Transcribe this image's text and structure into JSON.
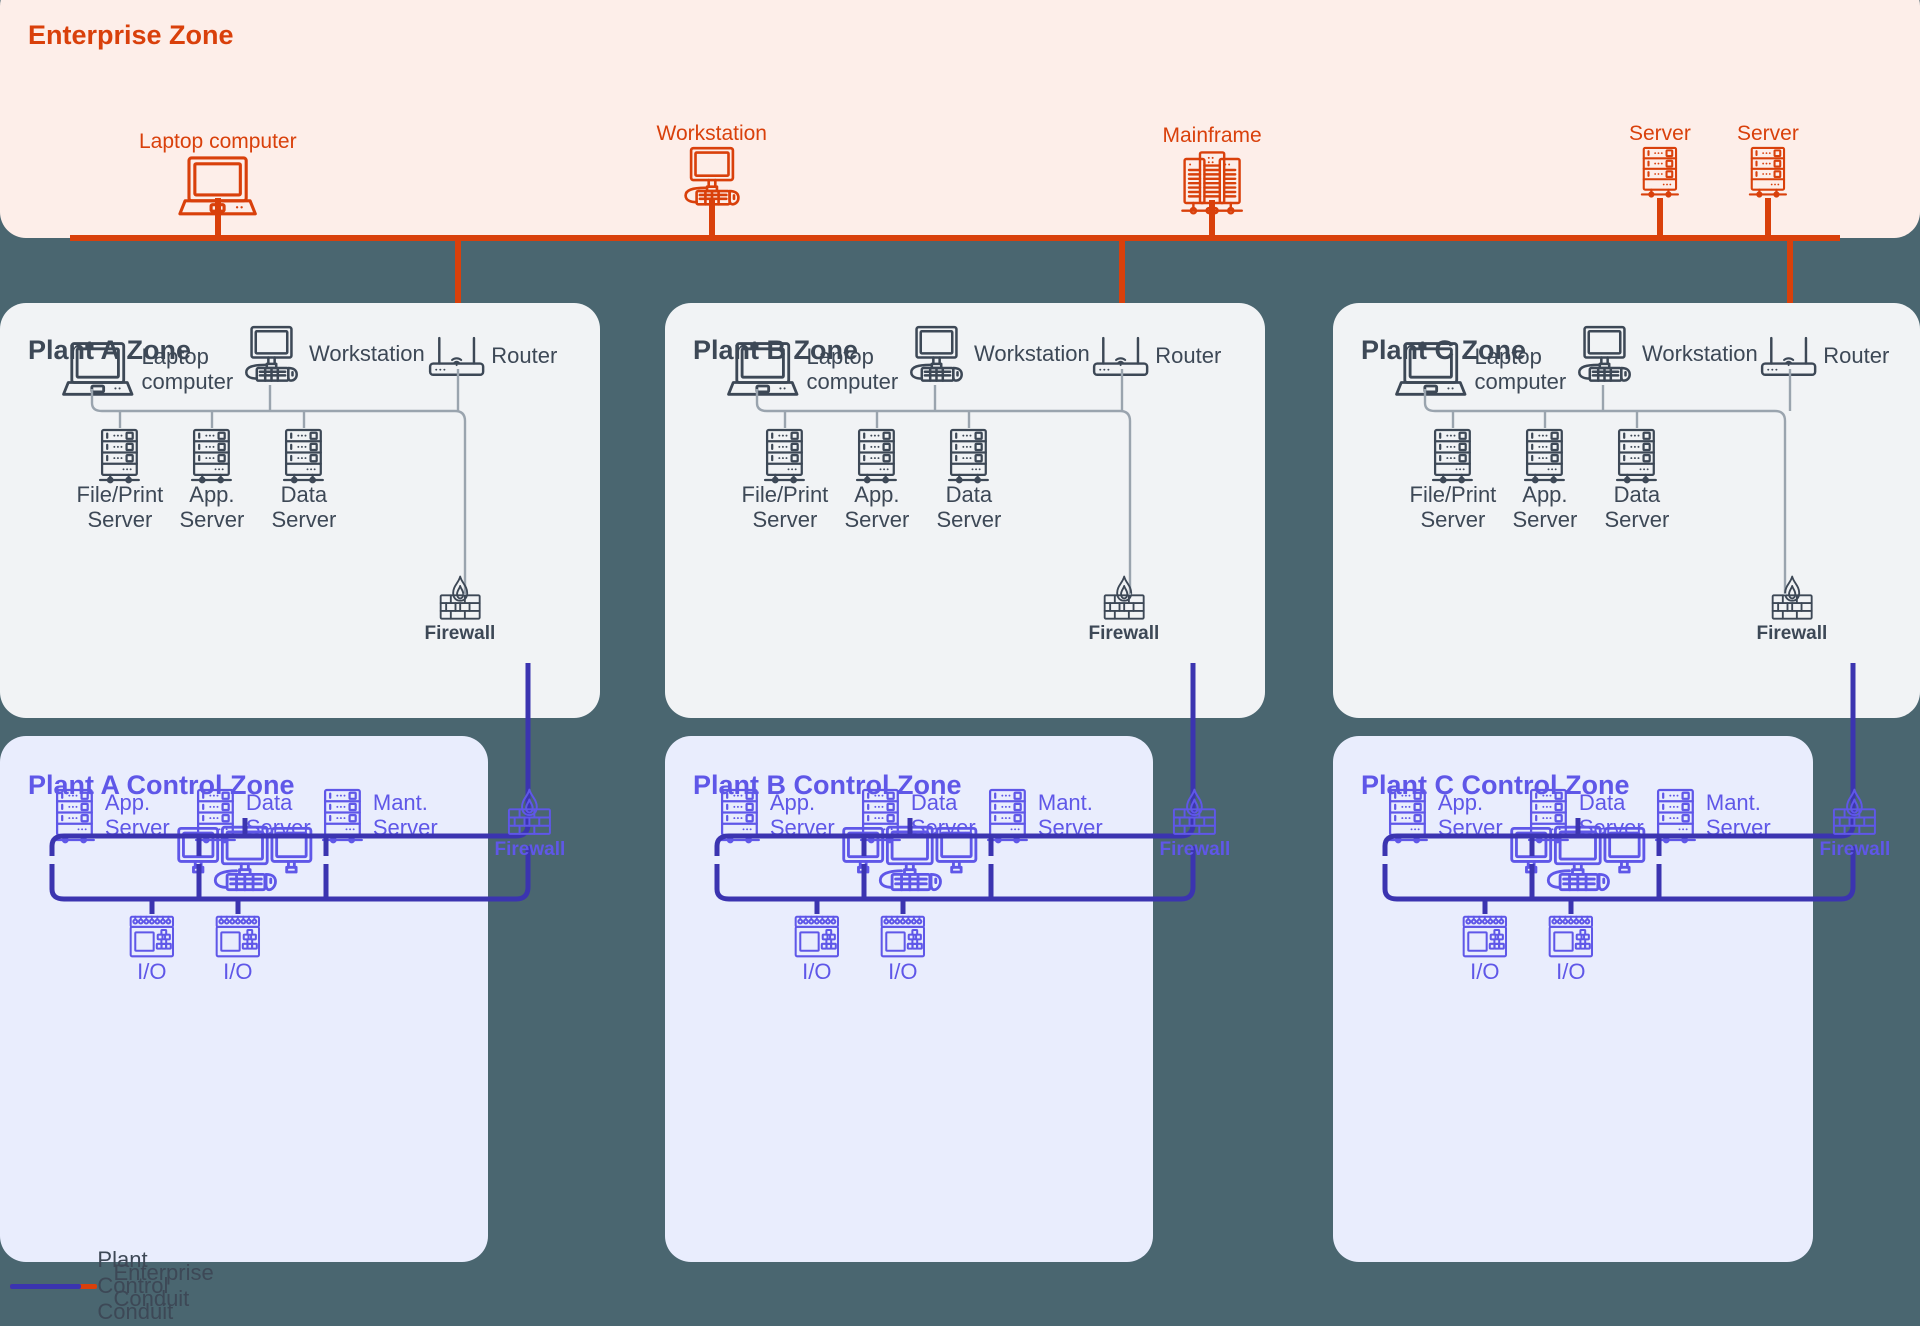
{
  "colors": {
    "page_background": "#4a6670",
    "enterprise_fill": "#fdeee9",
    "enterprise_accent": "#d9400b",
    "plant_fill": "#f1f3f5",
    "plant_accent": "#3d4856",
    "control_fill": "#e9edfd",
    "control_accent": "#5f57e8",
    "control_conduit": "#3b34b0",
    "plant_wire": "#9aa4ae"
  },
  "enterprise_zone": {
    "title": "Enterprise Zone",
    "nodes": [
      {
        "label": "Laptop computer",
        "icon": "laptop-icon"
      },
      {
        "label": "Workstation",
        "icon": "workstation-icon"
      },
      {
        "label": "Mainframe",
        "icon": "mainframe-icon"
      },
      {
        "label": "Server",
        "icon": "server-icon"
      },
      {
        "label": "Server",
        "icon": "server-icon"
      }
    ]
  },
  "plant_zones": [
    {
      "title": "Plant A Zone",
      "router": {
        "label": "Router",
        "icon": "router-icon"
      },
      "clients": [
        {
          "label": "Laptop\ncomputer",
          "icon": "laptop-icon"
        },
        {
          "label": "Workstation",
          "icon": "workstation-icon"
        }
      ],
      "servers": [
        {
          "label": "File/Print\nServer",
          "icon": "server-icon"
        },
        {
          "label": "App.\nServer",
          "icon": "server-icon"
        },
        {
          "label": "Data\nServer",
          "icon": "server-icon"
        }
      ],
      "firewall": {
        "label": "Firewall",
        "icon": "firewall-icon"
      }
    },
    {
      "title": "Plant B Zone",
      "router": {
        "label": "Router",
        "icon": "router-icon"
      },
      "clients": [
        {
          "label": "Laptop\ncomputer",
          "icon": "laptop-icon"
        },
        {
          "label": "Workstation",
          "icon": "workstation-icon"
        }
      ],
      "servers": [
        {
          "label": "File/Print\nServer",
          "icon": "server-icon"
        },
        {
          "label": "App.\nServer",
          "icon": "server-icon"
        },
        {
          "label": "Data\nServer",
          "icon": "server-icon"
        }
      ],
      "firewall": {
        "label": "Firewall",
        "icon": "firewall-icon"
      }
    },
    {
      "title": "Plant C Zone",
      "router": {
        "label": "Router",
        "icon": "router-icon"
      },
      "clients": [
        {
          "label": "Laptop\ncomputer",
          "icon": "laptop-icon"
        },
        {
          "label": "Workstation",
          "icon": "workstation-icon"
        }
      ],
      "servers": [
        {
          "label": "File/Print\nServer",
          "icon": "server-icon"
        },
        {
          "label": "App.\nServer",
          "icon": "server-icon"
        },
        {
          "label": "Data\nServer",
          "icon": "server-icon"
        }
      ],
      "firewall": {
        "label": "Firewall",
        "icon": "firewall-icon"
      }
    }
  ],
  "control_zones": [
    {
      "title": "Plant A Control Zone",
      "console": {
        "icon": "triple-monitor-console-icon"
      },
      "servers": [
        {
          "label": "App.\nServer",
          "icon": "server-icon"
        },
        {
          "label": "Data\nServer",
          "icon": "server-icon"
        },
        {
          "label": "Mant.\nServer",
          "icon": "server-icon"
        }
      ],
      "io_devices": [
        {
          "label": "I/O",
          "icon": "io-module-icon"
        },
        {
          "label": "I/O",
          "icon": "io-module-icon"
        }
      ],
      "firewall": {
        "label": "Firewall",
        "icon": "firewall-icon"
      }
    },
    {
      "title": "Plant B Control Zone",
      "console": {
        "icon": "triple-monitor-console-icon"
      },
      "servers": [
        {
          "label": "App.\nServer",
          "icon": "server-icon"
        },
        {
          "label": "Data\nServer",
          "icon": "server-icon"
        },
        {
          "label": "Mant.\nServer",
          "icon": "server-icon"
        }
      ],
      "io_devices": [
        {
          "label": "I/O",
          "icon": "io-module-icon"
        },
        {
          "label": "I/O",
          "icon": "io-module-icon"
        }
      ],
      "firewall": {
        "label": "Firewall",
        "icon": "firewall-icon"
      }
    },
    {
      "title": "Plant C Control Zone",
      "console": {
        "icon": "triple-monitor-console-icon"
      },
      "servers": [
        {
          "label": "App.\nServer",
          "icon": "server-icon"
        },
        {
          "label": "Data\nServer",
          "icon": "server-icon"
        },
        {
          "label": "Mant.\nServer",
          "icon": "server-icon"
        }
      ],
      "io_devices": [
        {
          "label": "I/O",
          "icon": "io-module-icon"
        },
        {
          "label": "I/O",
          "icon": "io-module-icon"
        }
      ],
      "firewall": {
        "label": "Firewall",
        "icon": "firewall-icon"
      }
    }
  ],
  "legend": {
    "items": [
      {
        "label": "Enterprise Conduit",
        "color": "#d9400b"
      },
      {
        "label": "Plant Control Conduit",
        "color": "#3b34b0"
      }
    ]
  }
}
